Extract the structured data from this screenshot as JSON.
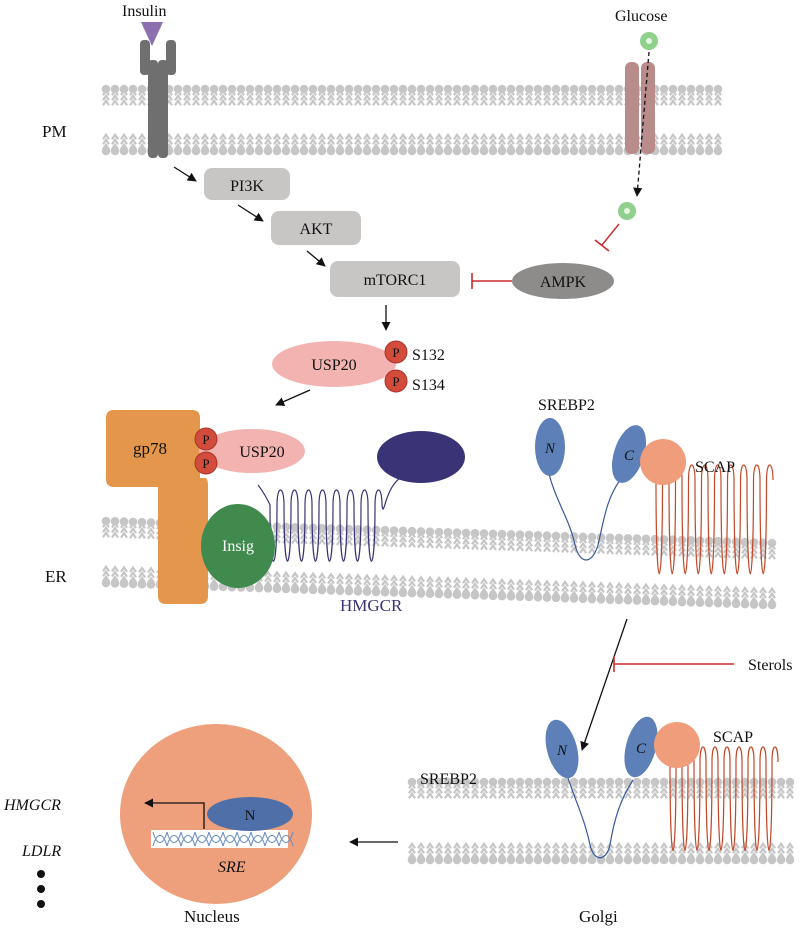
{
  "regions": {
    "pm": "PM",
    "er": "ER",
    "golgi": "Golgi",
    "nucleus": "Nucleus"
  },
  "signals": {
    "insulin": "Insulin",
    "glucose": "Glucose",
    "sterols": "Sterols"
  },
  "kinases": {
    "pi3k": "PI3K",
    "akt": "AKT",
    "mtorc1": "mTORC1",
    "ampk": "AMPK"
  },
  "usp20": {
    "label": "USP20",
    "phospho": "P",
    "site1": "S132",
    "site2": "S134"
  },
  "er_complex": {
    "gp78": "gp78",
    "usp20": "USP20",
    "phospho": "P",
    "insig": "Insig",
    "hmgcr": "HMGCR"
  },
  "srebp": {
    "srebp2": "SREBP2",
    "n_domain": "N",
    "c_domain": "C",
    "scap": "SCAP"
  },
  "nucleus_content": {
    "n_domain": "N",
    "sre": "SRE",
    "genes": [
      "HMGCR",
      "LDLR"
    ]
  },
  "colors": {
    "membrane": "#c6c6c6",
    "kinase_box": "#c8c5c5",
    "ampk": "#8e8b8b",
    "usp20": "#f2b3b1",
    "phospho": "#d24b3b",
    "gp78": "#e3964c",
    "insig": "#3f8a4c",
    "hmgcr": "#3a3376",
    "srebp_domain": "#5e80b9",
    "scap": "#ef9d7b",
    "scap_line": "#c24a2a",
    "nucleus": "#ee9f7c",
    "inhibit": "#cc2b2b",
    "glucose": "#8fd08c"
  }
}
